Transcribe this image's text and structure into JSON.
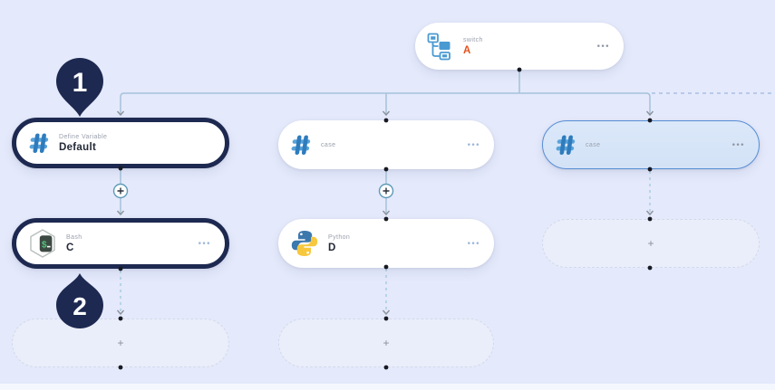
{
  "page": {
    "background": "#e4e9fb"
  },
  "colors": {
    "navy_outline": "#1d2950",
    "selected_fill": "#d7e5f8",
    "selected_border": "#578dd4",
    "connector_solid": "#a4c3d9",
    "connector_dashed": "#a9c0e6",
    "accent_blue": "#3b86c8",
    "title_orange": "#e2521d"
  },
  "nodes": {
    "switch": {
      "icon": "switch-icon",
      "label": "switch",
      "title": "A",
      "menu": "•••"
    },
    "define": {
      "icon": "hash-icon",
      "label": "Define Variable",
      "title": "Default"
    },
    "case_mid": {
      "icon": "hash-icon",
      "label": "case",
      "menu": "•••"
    },
    "case_right": {
      "icon": "hash-icon",
      "label": "case",
      "menu": "•••",
      "selected": true
    },
    "bash": {
      "icon": "bash-icon",
      "label": "Bash",
      "title": "C",
      "menu": "•••"
    },
    "python": {
      "icon": "python-icon",
      "label": "Python",
      "title": "D",
      "menu": "•••"
    }
  },
  "placeholders": {
    "plus": "+"
  },
  "markers": {
    "one": "1",
    "two": "2"
  }
}
